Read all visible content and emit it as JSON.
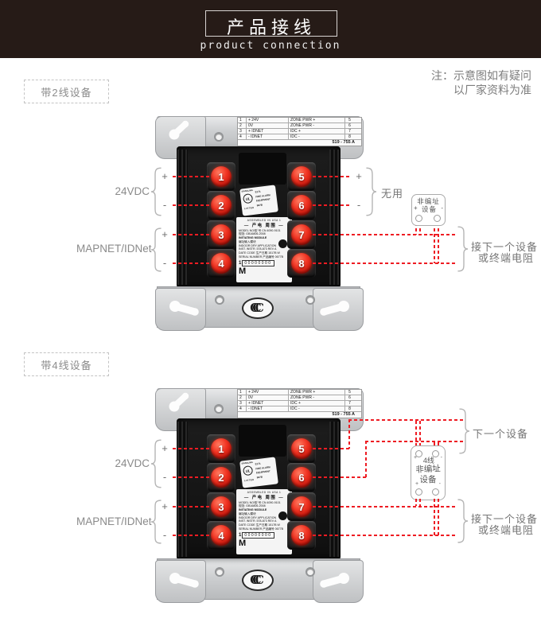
{
  "header": {
    "title": "产品接线",
    "subtitle": "product connection"
  },
  "note": {
    "line1": "注：示意图如有疑问",
    "line2": "以厂家资料为准"
  },
  "sections": [
    {
      "tag": "带2线设备"
    },
    {
      "tag": "带4线设备"
    }
  ],
  "module_label": {
    "table": {
      "rows": [
        {
          "n_left": "1",
          "pin_left": "+ 24V",
          "pin_right": "ZONE PWR +",
          "n_right": "5"
        },
        {
          "n_left": "2",
          "pin_left": "0V",
          "pin_right": "ZONE PWR -",
          "n_right": "6"
        },
        {
          "n_left": "3",
          "pin_left": "+ IDNET",
          "pin_right": "IDC +",
          "n_right": "7"
        },
        {
          "n_left": "4",
          "pin_left": "- IDNET",
          "pin_right": "IDC -",
          "n_right": "8"
        }
      ],
      "part_number": "519 - 755 A"
    },
    "ul_label": {
      "top": "SIGNALING",
      "logo": "UL",
      "bottom": "LISTED",
      "r1": "E171",
      "r2": "FIRE ALARM",
      "r3": "EQUIPMENT",
      "r4": "997B"
    },
    "info_label": {
      "lines": [
        "ASSEMBLED IN USA  1",
        "— 产电 周围 —",
        "MODEL NO/型 号 CN 4090-9101",
        "规范: GB16806-2008",
        "INITIATING MODULE",
        "编址输入模块",
        "INDOOR DRY APPLICATION",
        "INST. INSTR. 578-873 REV A",
        "DATE CODE 生产日期 1517B W",
        "SERIAL NUMBER 产品编号 0677B"
      ],
      "barcode_prefix": "1",
      "barcode_text": "00000000",
      "logo": "M"
    },
    "terminals": [
      "1",
      "2",
      "3",
      "4",
      "5",
      "6",
      "7",
      "8"
    ],
    "ccc_text": "CCC"
  },
  "annotations": {
    "plus": "+",
    "minus": "-",
    "power_label": "24VDC",
    "bus_label": "MAPNET/IDNet",
    "unused_label": "无用",
    "device_box_2wire": {
      "line1": "非编址",
      "line2": "设备"
    },
    "device_box_4wire": {
      "title": "4线",
      "line1": "非编址",
      "line2": "设备"
    },
    "next_device_label": "下一个设备",
    "eol_line1": "接下一个设备",
    "eol_line2": "或终端电阻"
  },
  "colors": {
    "banner_bg": "#261b17",
    "accent_red": "#ee1c23",
    "metal": "#c9cbcd",
    "annotation_gray": "#767676"
  }
}
